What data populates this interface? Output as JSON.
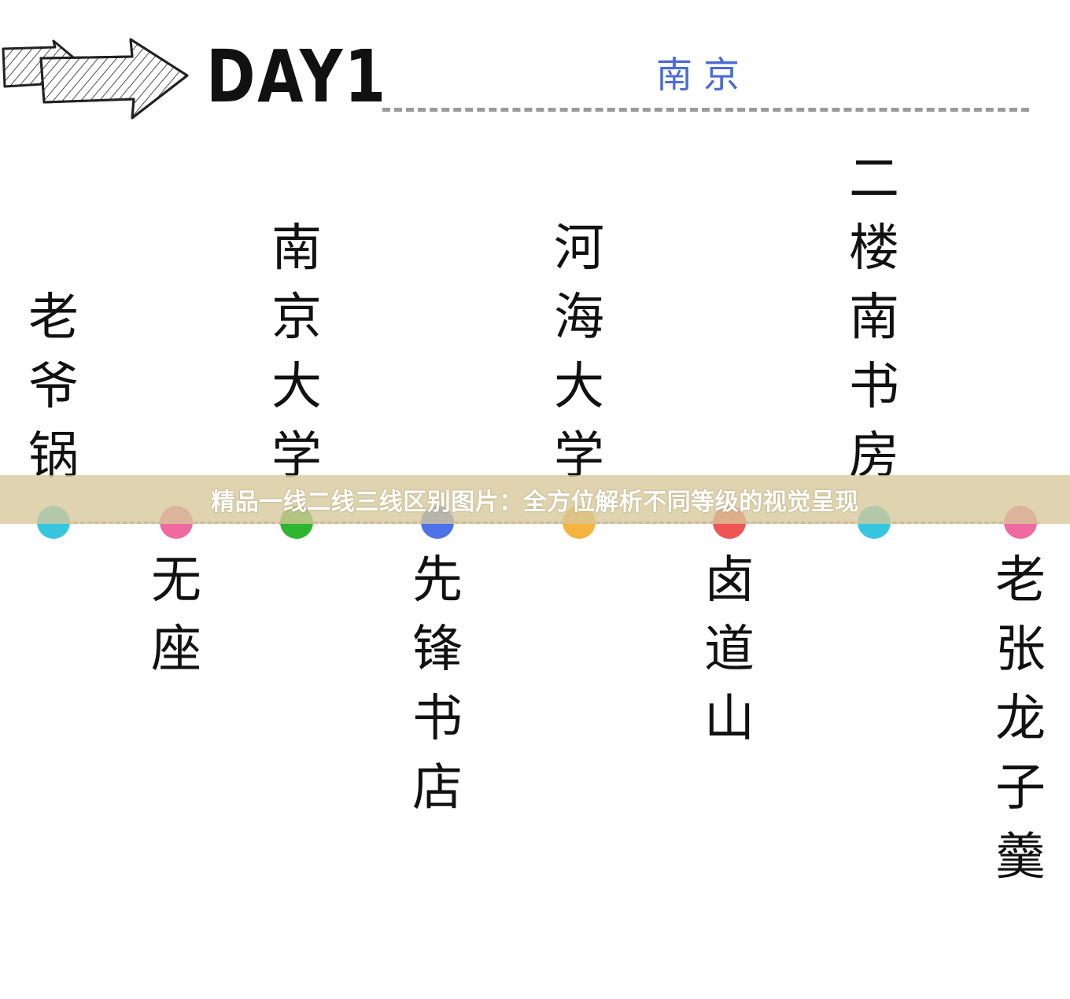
{
  "header": {
    "day_title": "DAY1",
    "city": "南京"
  },
  "stops": [
    {
      "name": "老爷锅",
      "position": "above",
      "dot_color": "#37c6e0"
    },
    {
      "name": "无座",
      "position": "below",
      "dot_color": "#f06aa2"
    },
    {
      "name": "南京大学",
      "position": "above",
      "dot_color": "#2fb52f"
    },
    {
      "name": "先锋书店",
      "position": "below",
      "dot_color": "#4d72e8"
    },
    {
      "name": "河海大学",
      "position": "above",
      "dot_color": "#f4b43e"
    },
    {
      "name": "卤道山",
      "position": "below",
      "dot_color": "#f05454"
    },
    {
      "name": "二楼南书房",
      "position": "above",
      "dot_color": "#37c6e0"
    },
    {
      "name": "老张龙子羹",
      "position": "below",
      "dot_color": "#f06aa2"
    }
  ],
  "caption": "精品一线二线三线区别图片：全方位解析不同等级的视觉呈现"
}
